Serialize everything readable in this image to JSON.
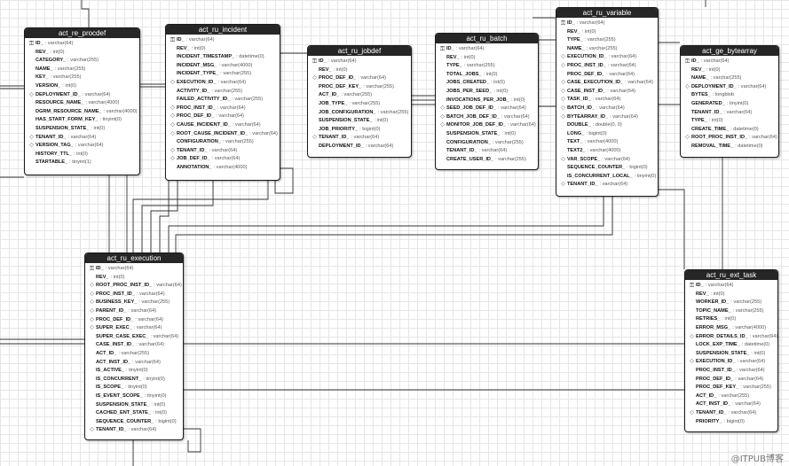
{
  "diagram": {
    "watermark": "@ITPUB博客",
    "icons": {
      "pk": "key-icon",
      "fk": "diamond-icon"
    },
    "tables": [
      {
        "id": "act_re_procdef",
        "title": "act_re_procdef",
        "columns": [
          {
            "n": "ID_",
            "t": "varchar(64)",
            "k": "pk"
          },
          {
            "n": "REV_",
            "t": "int(0)",
            "k": ""
          },
          {
            "n": "CATEGORY_",
            "t": "varchar(255)",
            "k": ""
          },
          {
            "n": "NAME_",
            "t": "varchar(255)",
            "k": ""
          },
          {
            "n": "KEY_",
            "t": "varchar(255)",
            "k": ""
          },
          {
            "n": "VERSION_",
            "t": "int(0)",
            "k": ""
          },
          {
            "n": "DEPLOYMENT_ID_",
            "t": "varchar(64)",
            "k": "fk"
          },
          {
            "n": "RESOURCE_NAME_",
            "t": "varchar(4000)",
            "k": ""
          },
          {
            "n": "DGRM_RESOURCE_NAME_",
            "t": "varchar(4000)",
            "k": ""
          },
          {
            "n": "HAS_START_FORM_KEY_",
            "t": "tinyint(0)",
            "k": ""
          },
          {
            "n": "SUSPENSION_STATE_",
            "t": "int(0)",
            "k": ""
          },
          {
            "n": "TENANT_ID_",
            "t": "varchar(64)",
            "k": "fk"
          },
          {
            "n": "VERSION_TAG_",
            "t": "varchar(64)",
            "k": "fk"
          },
          {
            "n": "HISTORY_TTL_",
            "t": "int(0)",
            "k": ""
          },
          {
            "n": "STARTABLE_",
            "t": "tinyint(1)",
            "k": ""
          }
        ]
      },
      {
        "id": "act_ru_incident",
        "title": "act_ru_incident",
        "columns": [
          {
            "n": "ID_",
            "t": "varchar(64)",
            "k": "pk"
          },
          {
            "n": "REV_",
            "t": "int(0)",
            "k": ""
          },
          {
            "n": "INCIDENT_TIMESTAMP_",
            "t": "datetime(0)",
            "k": ""
          },
          {
            "n": "INCIDENT_MSG_",
            "t": "varchar(4000)",
            "k": ""
          },
          {
            "n": "INCIDENT_TYPE_",
            "t": "varchar(255)",
            "k": ""
          },
          {
            "n": "EXECUTION_ID_",
            "t": "varchar(64)",
            "k": "fk"
          },
          {
            "n": "ACTIVITY_ID_",
            "t": "varchar(255)",
            "k": ""
          },
          {
            "n": "FAILED_ACTIVITY_ID_",
            "t": "varchar(255)",
            "k": ""
          },
          {
            "n": "PROC_INST_ID_",
            "t": "varchar(64)",
            "k": "fk"
          },
          {
            "n": "PROC_DEF_ID_",
            "t": "varchar(64)",
            "k": "fk"
          },
          {
            "n": "CAUSE_INCIDENT_ID_",
            "t": "varchar(64)",
            "k": "fk"
          },
          {
            "n": "ROOT_CAUSE_INCIDENT_ID_",
            "t": "varchar(64)",
            "k": "fk"
          },
          {
            "n": "CONFIGURATION_",
            "t": "varchar(255)",
            "k": ""
          },
          {
            "n": "TENANT_ID_",
            "t": "varchar(64)",
            "k": "fk"
          },
          {
            "n": "JOB_DEF_ID_",
            "t": "varchar(64)",
            "k": "fk"
          },
          {
            "n": "ANNOTATION_",
            "t": "varchar(4000)",
            "k": ""
          }
        ]
      },
      {
        "id": "act_ru_jobdef",
        "title": "act_ru_jobdef",
        "columns": [
          {
            "n": "ID_",
            "t": "varchar(64)",
            "k": "pk"
          },
          {
            "n": "REV_",
            "t": "int(0)",
            "k": ""
          },
          {
            "n": "PROC_DEF_ID_",
            "t": "varchar(64)",
            "k": "fk"
          },
          {
            "n": "PROC_DEF_KEY_",
            "t": "varchar(255)",
            "k": ""
          },
          {
            "n": "ACT_ID_",
            "t": "varchar(255)",
            "k": ""
          },
          {
            "n": "JOB_TYPE_",
            "t": "varchar(255)",
            "k": ""
          },
          {
            "n": "JOB_CONFIGURATION_",
            "t": "varchar(255)",
            "k": ""
          },
          {
            "n": "SUSPENSION_STATE_",
            "t": "int(0)",
            "k": ""
          },
          {
            "n": "JOB_PRIORITY_",
            "t": "bigint(0)",
            "k": ""
          },
          {
            "n": "TENANT_ID_",
            "t": "varchar(64)",
            "k": "fk"
          },
          {
            "n": "DEPLOYMENT_ID_",
            "t": "varchar(64)",
            "k": ""
          }
        ]
      },
      {
        "id": "act_ru_batch",
        "title": "act_ru_batch",
        "columns": [
          {
            "n": "ID_",
            "t": "varchar(64)",
            "k": "pk"
          },
          {
            "n": "REV_",
            "t": "int(0)",
            "k": ""
          },
          {
            "n": "TYPE_",
            "t": "varchar(255)",
            "k": ""
          },
          {
            "n": "TOTAL_JOBS_",
            "t": "int(0)",
            "k": ""
          },
          {
            "n": "JOBS_CREATED_",
            "t": "int(0)",
            "k": ""
          },
          {
            "n": "JOBS_PER_SEED_",
            "t": "int(0)",
            "k": ""
          },
          {
            "n": "INVOCATIONS_PER_JOB_",
            "t": "int(0)",
            "k": ""
          },
          {
            "n": "SEED_JOB_DEF_ID_",
            "t": "varchar(64)",
            "k": "fk"
          },
          {
            "n": "BATCH_JOB_DEF_ID_",
            "t": "varchar(64)",
            "k": "fk"
          },
          {
            "n": "MONITOR_JOB_DEF_ID_",
            "t": "varchar(64)",
            "k": "fk"
          },
          {
            "n": "SUSPENSION_STATE_",
            "t": "int(0)",
            "k": ""
          },
          {
            "n": "CONFIGURATION_",
            "t": "varchar(255)",
            "k": ""
          },
          {
            "n": "TENANT_ID_",
            "t": "varchar(64)",
            "k": ""
          },
          {
            "n": "CREATE_USER_ID_",
            "t": "varchar(255)",
            "k": ""
          }
        ]
      },
      {
        "id": "act_ru_variable",
        "title": "act_ru_variable",
        "columns": [
          {
            "n": "ID_",
            "t": "varchar(64)",
            "k": "pk"
          },
          {
            "n": "REV_",
            "t": "int(0)",
            "k": ""
          },
          {
            "n": "TYPE_",
            "t": "varchar(255)",
            "k": ""
          },
          {
            "n": "NAME_",
            "t": "varchar(255)",
            "k": ""
          },
          {
            "n": "EXECUTION_ID_",
            "t": "varchar(64)",
            "k": "fk"
          },
          {
            "n": "PROC_INST_ID_",
            "t": "varchar(64)",
            "k": "fk"
          },
          {
            "n": "PROC_DEF_ID_",
            "t": "varchar(64)",
            "k": ""
          },
          {
            "n": "CASE_EXECUTION_ID_",
            "t": "varchar(64)",
            "k": "fk"
          },
          {
            "n": "CASE_INST_ID_",
            "t": "varchar(64)",
            "k": "fk"
          },
          {
            "n": "TASK_ID_",
            "t": "varchar(64)",
            "k": "fk"
          },
          {
            "n": "BATCH_ID_",
            "t": "varchar(64)",
            "k": "fk"
          },
          {
            "n": "BYTEARRAY_ID_",
            "t": "varchar(64)",
            "k": "fk"
          },
          {
            "n": "DOUBLE_",
            "t": "double(0, 0)",
            "k": ""
          },
          {
            "n": "LONG_",
            "t": "bigint(0)",
            "k": ""
          },
          {
            "n": "TEXT_",
            "t": "varchar(4000)",
            "k": ""
          },
          {
            "n": "TEXT2_",
            "t": "varchar(4000)",
            "k": ""
          },
          {
            "n": "VAR_SCOPE_",
            "t": "varchar(64)",
            "k": "fk"
          },
          {
            "n": "SEQUENCE_COUNTER_",
            "t": "bigint(0)",
            "k": ""
          },
          {
            "n": "IS_CONCURRENT_LOCAL_",
            "t": "tinyint(0)",
            "k": ""
          },
          {
            "n": "TENANT_ID_",
            "t": "varchar(64)",
            "k": "fk"
          }
        ]
      },
      {
        "id": "act_ge_bytearray",
        "title": "act_ge_bytearray",
        "columns": [
          {
            "n": "ID_",
            "t": "varchar(64)",
            "k": "pk"
          },
          {
            "n": "REV_",
            "t": "int(0)",
            "k": ""
          },
          {
            "n": "NAME_",
            "t": "varchar(255)",
            "k": ""
          },
          {
            "n": "DEPLOYMENT_ID_",
            "t": "varchar(64)",
            "k": "fk"
          },
          {
            "n": "BYTES_",
            "t": "longblob",
            "k": ""
          },
          {
            "n": "GENERATED_",
            "t": "tinyint(0)",
            "k": ""
          },
          {
            "n": "TENANT_ID_",
            "t": "varchar(64)",
            "k": ""
          },
          {
            "n": "TYPE_",
            "t": "int(0)",
            "k": ""
          },
          {
            "n": "CREATE_TIME_",
            "t": "datetime(0)",
            "k": ""
          },
          {
            "n": "ROOT_PROC_INST_ID_",
            "t": "varchar(64)",
            "k": "fk"
          },
          {
            "n": "REMOVAL_TIME_",
            "t": "datetime(0)",
            "k": ""
          }
        ]
      },
      {
        "id": "act_ru_execution",
        "title": "act_ru_execution",
        "columns": [
          {
            "n": "ID_",
            "t": "varchar(64)",
            "k": "pk"
          },
          {
            "n": "REV_",
            "t": "int(0)",
            "k": ""
          },
          {
            "n": "ROOT_PROC_INST_ID_",
            "t": "varchar(64)",
            "k": "fk"
          },
          {
            "n": "PROC_INST_ID_",
            "t": "varchar(64)",
            "k": "fk"
          },
          {
            "n": "BUSINESS_KEY_",
            "t": "varchar(255)",
            "k": "fk"
          },
          {
            "n": "PARENT_ID_",
            "t": "varchar(64)",
            "k": "fk"
          },
          {
            "n": "PROC_DEF_ID_",
            "t": "varchar(64)",
            "k": "fk"
          },
          {
            "n": "SUPER_EXEC_",
            "t": "varchar(64)",
            "k": "fk"
          },
          {
            "n": "SUPER_CASE_EXEC_",
            "t": "varchar(64)",
            "k": ""
          },
          {
            "n": "CASE_INST_ID_",
            "t": "varchar(64)",
            "k": ""
          },
          {
            "n": "ACT_ID_",
            "t": "varchar(255)",
            "k": ""
          },
          {
            "n": "ACT_INST_ID_",
            "t": "varchar(64)",
            "k": ""
          },
          {
            "n": "IS_ACTIVE_",
            "t": "tinyint(0)",
            "k": ""
          },
          {
            "n": "IS_CONCURRENT_",
            "t": "tinyint(0)",
            "k": ""
          },
          {
            "n": "IS_SCOPE_",
            "t": "tinyint(0)",
            "k": ""
          },
          {
            "n": "IS_EVENT_SCOPE_",
            "t": "tinyint(0)",
            "k": ""
          },
          {
            "n": "SUSPENSION_STATE_",
            "t": "int(0)",
            "k": ""
          },
          {
            "n": "CACHED_ENT_STATE_",
            "t": "int(0)",
            "k": ""
          },
          {
            "n": "SEQUENCE_COUNTER_",
            "t": "bigint(0)",
            "k": ""
          },
          {
            "n": "TENANT_ID_",
            "t": "varchar(64)",
            "k": "fk"
          }
        ]
      },
      {
        "id": "act_ru_ext_task",
        "title": "act_ru_ext_task",
        "columns": [
          {
            "n": "ID_",
            "t": "varchar(64)",
            "k": "pk"
          },
          {
            "n": "REV_",
            "t": "int(0)",
            "k": ""
          },
          {
            "n": "WORKER_ID_",
            "t": "varchar(255)",
            "k": ""
          },
          {
            "n": "TOPIC_NAME_",
            "t": "varchar(255)",
            "k": ""
          },
          {
            "n": "RETRIES_",
            "t": "int(0)",
            "k": ""
          },
          {
            "n": "ERROR_MSG_",
            "t": "varchar(4000)",
            "k": ""
          },
          {
            "n": "ERROR_DETAILS_ID_",
            "t": "varchar(64)",
            "k": "fk"
          },
          {
            "n": "LOCK_EXP_TIME_",
            "t": "datetime(0)",
            "k": ""
          },
          {
            "n": "SUSPENSION_STATE_",
            "t": "int(0)",
            "k": ""
          },
          {
            "n": "EXECUTION_ID_",
            "t": "varchar(64)",
            "k": "fk"
          },
          {
            "n": "PROC_INST_ID_",
            "t": "varchar(64)",
            "k": ""
          },
          {
            "n": "PROC_DEF_ID_",
            "t": "varchar(64)",
            "k": ""
          },
          {
            "n": "PROC_DEF_KEY_",
            "t": "varchar(255)",
            "k": ""
          },
          {
            "n": "ACT_ID_",
            "t": "varchar(255)",
            "k": ""
          },
          {
            "n": "ACT_INST_ID_",
            "t": "varchar(64)",
            "k": ""
          },
          {
            "n": "TENANT_ID_",
            "t": "varchar(64)",
            "k": "fk"
          },
          {
            "n": "PRIORITY_",
            "t": "bigint(0)",
            "k": ""
          }
        ]
      }
    ]
  }
}
